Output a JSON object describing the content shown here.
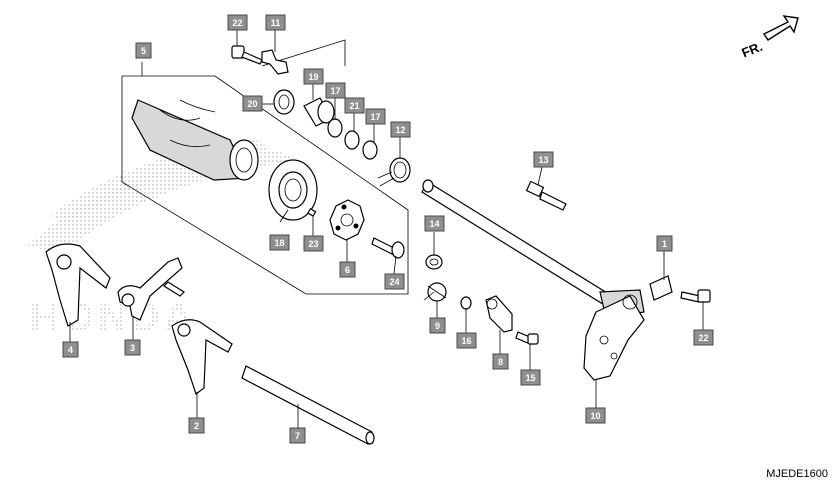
{
  "direction_label": "FR.",
  "diagram_code": "MJEDE1600",
  "callouts": [
    "1",
    "2",
    "3",
    "4",
    "5",
    "6",
    "7",
    "8",
    "9",
    "10",
    "11",
    "12",
    "13",
    "14",
    "15",
    "16",
    "17",
    "17",
    "18",
    "19",
    "20",
    "21",
    "22",
    "22",
    "23",
    "24"
  ],
  "watermark": "HONDA"
}
